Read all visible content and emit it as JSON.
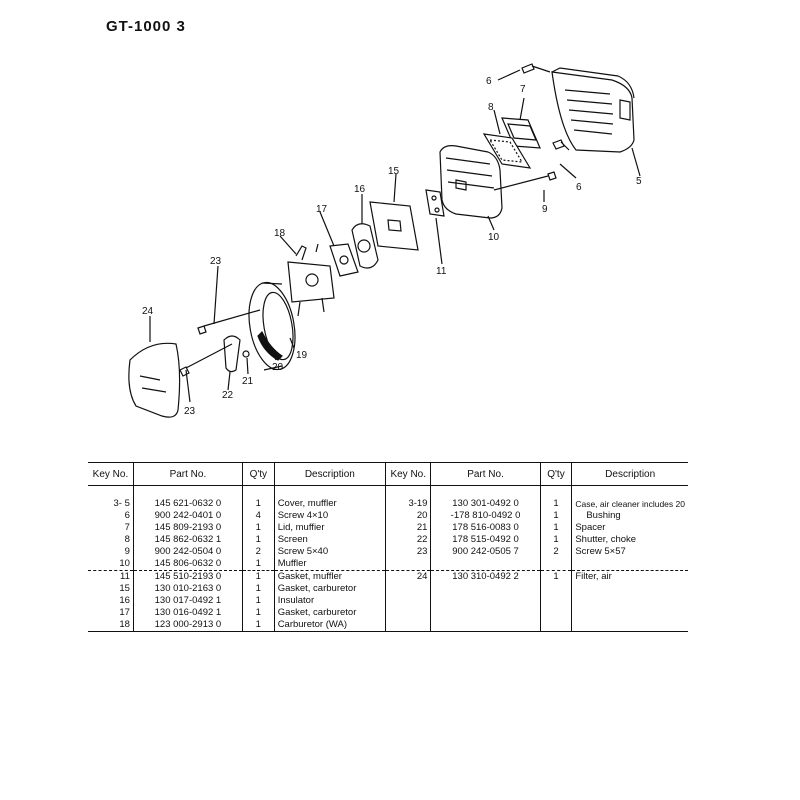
{
  "title": "GT-1000  3",
  "callouts": [
    "24",
    "23",
    "23",
    "22",
    "21",
    "20",
    "19",
    "18",
    "17",
    "16",
    "15",
    "11",
    "10",
    "9",
    "8",
    "7",
    "6",
    "6",
    "5"
  ],
  "headers": {
    "key": "Key No.",
    "part": "Part No.",
    "qty": "Q'ty",
    "desc": "Description"
  },
  "left_rows": [
    {
      "key": "3- 5",
      "part": "145  621-0632  0",
      "qty": "1",
      "desc": "Cover, muffler"
    },
    {
      "key": "6",
      "part": "900  242-0401  0",
      "qty": "4",
      "desc": "Screw 4×10"
    },
    {
      "key": "7",
      "part": "145  809-2193  0",
      "qty": "1",
      "desc": "Lid, muffier"
    },
    {
      "key": "8",
      "part": "145  862-0632  1",
      "qty": "1",
      "desc": "Screen"
    },
    {
      "key": "9",
      "part": "900  242-0504  0",
      "qty": "2",
      "desc": "Screw 5×40"
    },
    {
      "key": "10",
      "part": "145  806-0632  0",
      "qty": "1",
      "desc": "Muffler"
    },
    {
      "key": "11",
      "part": "145  510-2193  0",
      "qty": "1",
      "desc": "Gasket, muffler"
    },
    {
      "key": "15",
      "part": "130  010-2163  0",
      "qty": "1",
      "desc": "Gasket, carburetor"
    },
    {
      "key": "16",
      "part": "130  017-0492  1",
      "qty": "1",
      "desc": "Insulator"
    },
    {
      "key": "17",
      "part": "130  016-0492  1",
      "qty": "1",
      "desc": "Gasket, carburetor"
    },
    {
      "key": "18",
      "part": "123  000-2913  0",
      "qty": "1",
      "desc": "Carburetor (WA)"
    }
  ],
  "right_rows": [
    {
      "key": "3-19",
      "part": "130  301-0492  0",
      "qty": "1",
      "desc": "Case, air cleaner includes 20"
    },
    {
      "key": "20",
      "part": "-178  810-0492  0",
      "qty": "1",
      "desc": "Bushing"
    },
    {
      "key": "21",
      "part": "178  516-0083  0",
      "qty": "1",
      "desc": "Spacer"
    },
    {
      "key": "22",
      "part": "178  515-0492  0",
      "qty": "1",
      "desc": "Shutter, choke"
    },
    {
      "key": "23",
      "part": "900  242-0505  7",
      "qty": "2",
      "desc": "Screw 5×57"
    },
    {
      "key": "24",
      "part": "130  310-0492  2",
      "qty": "1",
      "desc": "Filter, air"
    }
  ]
}
